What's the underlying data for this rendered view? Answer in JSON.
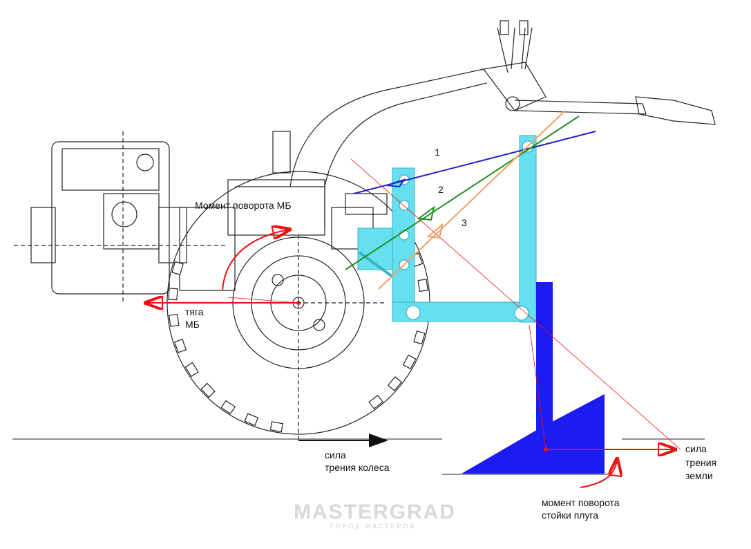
{
  "labels": {
    "moment_mb": "Момент поворота МБ",
    "traction_1": "тяга",
    "traction_2": "МБ",
    "wheel_friction_1": "сила",
    "wheel_friction_2": "трения колеса",
    "ground_friction_1": "сила",
    "ground_friction_2": "трения",
    "ground_friction_3": "земли",
    "plow_moment_1": "момент поворота",
    "plow_moment_2": "стойки плуга",
    "line_1": "1",
    "line_2": "2",
    "line_3": "3"
  },
  "watermark": {
    "title": "MASTERGRAD",
    "subtitle": "ГОРОД МАСТЕРОВ"
  },
  "colors": {
    "hitch": "#66e0f0",
    "plow": "#1c1cf0",
    "force": "#ee1111",
    "line1": "#2020cc",
    "line2": "#1f8f1f",
    "line3": "#f0a060",
    "outline": "#222222"
  }
}
